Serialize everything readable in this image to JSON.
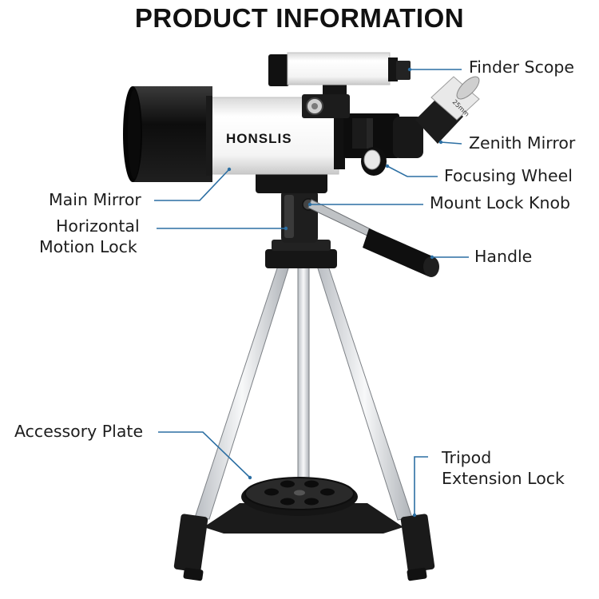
{
  "title": "PRODUCT INFORMATION",
  "brand": "HONSLIS",
  "eyepiece_marking": "25mm",
  "colors": {
    "callout_line": "#2c6fa3",
    "tube": "#ffffff",
    "dark": "#111111",
    "leg": "#e6e8ea"
  },
  "labels": {
    "finder_scope": "Finder Scope",
    "zenith_mirror": "Zenith Mirror",
    "focusing_wheel": "Focusing Wheel",
    "main_mirror": "Main Mirror",
    "mount_lock_knob": "Mount Lock Knob",
    "horizontal_motion_lock_line1": "Horizontal",
    "horizontal_motion_lock_line2": "Motion Lock",
    "handle": "Handle",
    "accessory_plate": "Accessory Plate",
    "tripod_extension_lock_line1": "Tripod",
    "tripod_extension_lock_line2": "Extension Lock"
  }
}
